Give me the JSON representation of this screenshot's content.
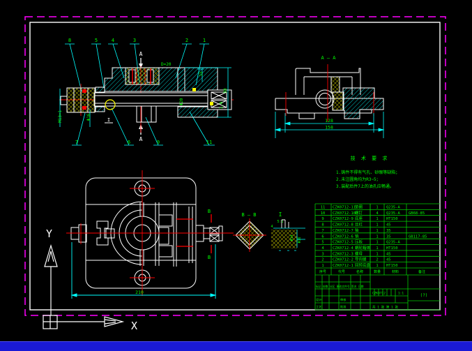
{
  "colors": {
    "background": "#000000",
    "geometry_white": "#ffffff",
    "hatch_cyan": "#00ffff",
    "hatch_yellow": "#ffff00",
    "centerline_red": "#ff0000",
    "text_green": "#00ff00",
    "paper_border_magenta": "#ff00ff",
    "bottom_bar_blue": "#1a1ad6"
  },
  "front": {
    "callouts_top": [
      "8",
      "5",
      "4",
      "3",
      "2",
      "1"
    ],
    "callouts_bottom": [
      "7",
      "6",
      "9",
      "11"
    ],
    "section_letter": "A",
    "detail_marker": "I",
    "dims": {
      "top": "D=20",
      "side": "15",
      "height": "50",
      "rough": "1.6",
      "shaft": "Φ20",
      "thread": "M13×1",
      "left_dia": "Φ16"
    }
  },
  "aa": {
    "title": "A — A",
    "dim_inner": "128",
    "dim_outer": "158"
  },
  "notes": {
    "title": "技 术 要 求",
    "items": [
      "1.铸件不得有气孔、砂眼等缺陷；",
      "2.未注圆角均为R3~5；",
      "3.装配后件7上的油孔应畅通。"
    ]
  },
  "plan": {
    "dim_width": "210",
    "section_letter": "B"
  },
  "bb": {
    "title": "B — B"
  },
  "detail": {
    "label": "I",
    "scale": "5:1",
    "r": "4",
    "dim1": "Φ14",
    "dim2": "Φ16"
  },
  "bom": {
    "headers": [
      "序号",
      "代号",
      "名称",
      "数量",
      "材料",
      "备注"
    ],
    "rows": [
      {
        "no": "11",
        "code": "CZK0712-11",
        "name": "垫圈",
        "qty": "1",
        "material": "Q235-A",
        "remark": ""
      },
      {
        "no": "10",
        "code": "CZK0712-10",
        "name": "螺钉",
        "qty": "4",
        "material": "Q235-A",
        "remark": "GB68-85"
      },
      {
        "no": "9",
        "code": "CZK0712-9",
        "name": "底座",
        "qty": "1",
        "material": "HT150",
        "remark": ""
      },
      {
        "no": "8",
        "code": "CZK0712-8",
        "name": "丝杠",
        "qty": "1",
        "material": "45",
        "remark": ""
      },
      {
        "no": "7",
        "code": "CZK0712-7",
        "name": "轴",
        "qty": "1",
        "material": "35",
        "remark": ""
      },
      {
        "no": "6",
        "code": "CZK0712-6",
        "name": "销",
        "qty": "1",
        "material": "35",
        "remark": "GB117-85"
      },
      {
        "no": "5",
        "code": "CZK0712-5",
        "name": "压板",
        "qty": "1",
        "material": "Q235-A",
        "remark": ""
      },
      {
        "no": "4",
        "code": "CZK0712-4",
        "name": "蜗轮箱体",
        "qty": "1",
        "material": "HT150",
        "remark": ""
      },
      {
        "no": "3",
        "code": "CZK0712-3",
        "name": "螺母",
        "qty": "1",
        "material": "45",
        "remark": ""
      },
      {
        "no": "2",
        "code": "CZK0712-2",
        "name": "导向键",
        "qty": "2",
        "material": "45",
        "remark": ""
      },
      {
        "no": "1",
        "code": "CZK0712-1",
        "name": "回转底盘",
        "qty": "1",
        "material": "HT150",
        "remark": ""
      }
    ]
  },
  "title_block": {
    "revision_header": "标记 处数 分区 更改文件号 签名 日期",
    "label_design": "设计",
    "label_check": "审核",
    "label_process": "工艺",
    "label_approve": "批准",
    "drawing_no": "CZK0712",
    "scale": "1:1",
    "sheet": "共 1 张 第 1 张",
    "name_placeholder": "(?)"
  },
  "axes": {
    "x": "X",
    "y": "Y"
  }
}
